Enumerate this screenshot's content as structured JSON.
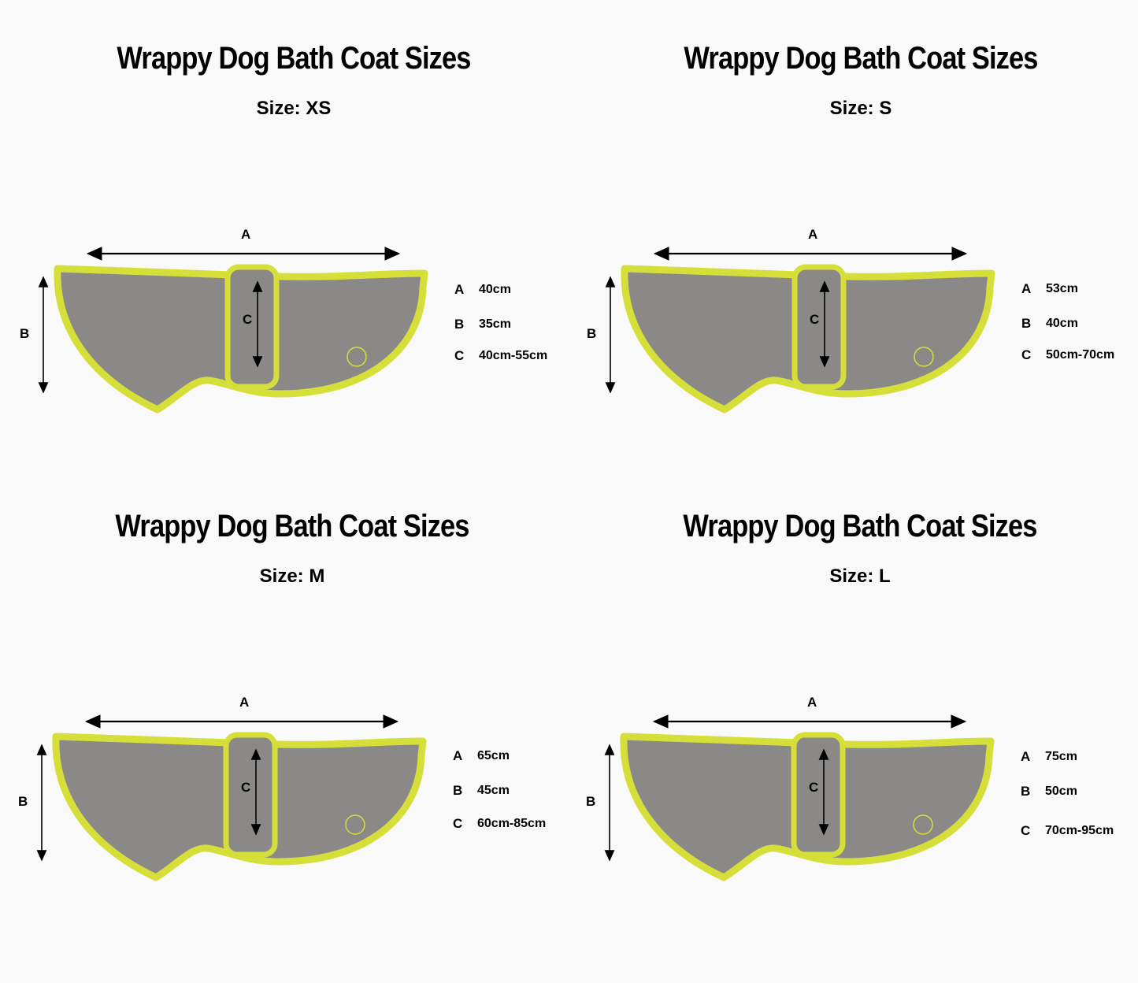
{
  "colors": {
    "background": "#f9f9f9",
    "coat": "#8a8987",
    "trim": "#d6df3a",
    "text": "#000000"
  },
  "panels": [
    {
      "title": "Wrappy Dog Bath Coat Sizes",
      "size": "Size: XS",
      "dim_labels": {
        "a": "A",
        "b": "B",
        "c": "C"
      },
      "legend": [
        {
          "letter": "A",
          "value": "40cm"
        },
        {
          "letter": "B",
          "value": "35cm"
        },
        {
          "letter": "C",
          "value": "40cm-55cm"
        }
      ]
    },
    {
      "title": "Wrappy Dog Bath Coat Sizes",
      "size": "Size: S",
      "dim_labels": {
        "a": "A",
        "b": "B",
        "c": "C"
      },
      "legend": [
        {
          "letter": "A",
          "value": "53cm"
        },
        {
          "letter": "B",
          "value": "40cm"
        },
        {
          "letter": "C",
          "value": "50cm-70cm"
        }
      ]
    },
    {
      "title": "Wrappy Dog Bath Coat Sizes",
      "size": "Size: M",
      "dim_labels": {
        "a": "A",
        "b": "B",
        "c": "C"
      },
      "legend": [
        {
          "letter": "A",
          "value": "65cm"
        },
        {
          "letter": "B",
          "value": "45cm"
        },
        {
          "letter": "C",
          "value": "60cm-85cm"
        }
      ]
    },
    {
      "title": "Wrappy Dog Bath Coat Sizes",
      "size": "Size: L",
      "dim_labels": {
        "a": "A",
        "b": "B",
        "c": "C"
      },
      "legend": [
        {
          "letter": "A",
          "value": "75cm"
        },
        {
          "letter": "B",
          "value": "50cm"
        },
        {
          "letter": "C",
          "value": "70cm-95cm"
        }
      ]
    }
  ]
}
